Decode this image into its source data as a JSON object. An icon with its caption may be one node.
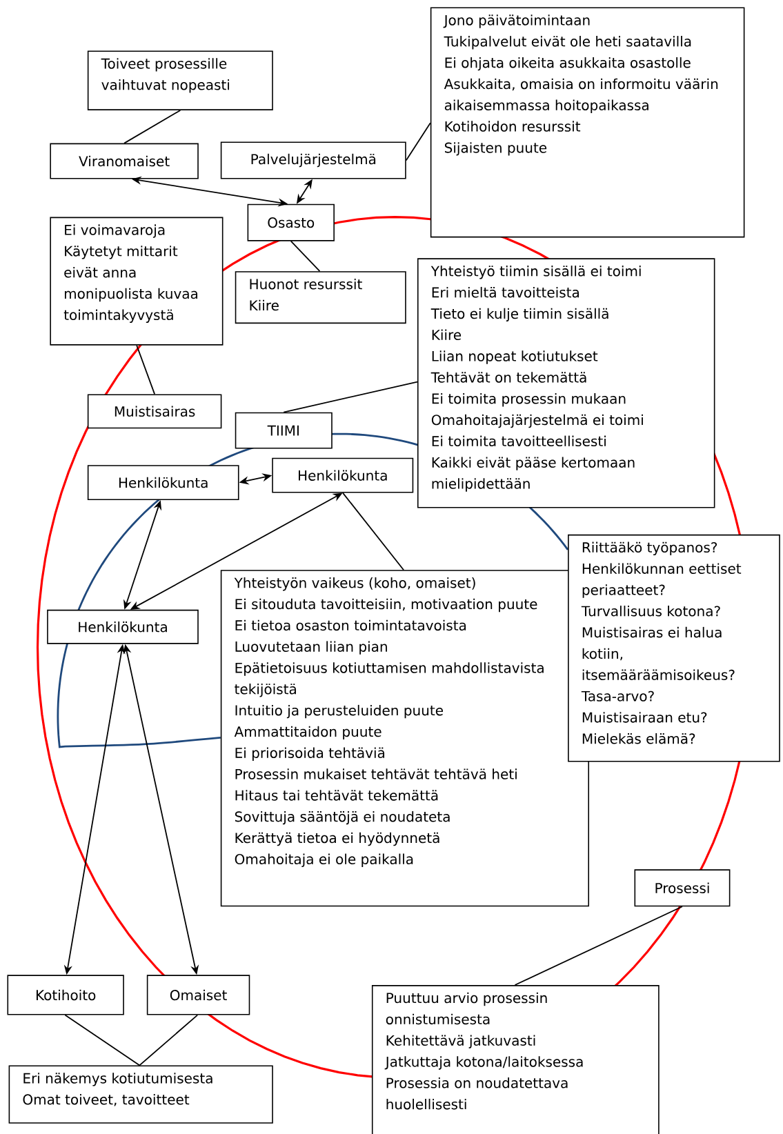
{
  "diagram": {
    "nodes": [
      {
        "text": [
          "Toiveet prosessille vaihtuvat nopeasti"
        ]
      },
      {
        "text": [
          "Viranomaiset"
        ]
      },
      {
        "text": [
          "Palvelujärjestelmä"
        ]
      },
      {
        "text": [
          "Jono päivätoimintaan",
          "Tukipalvelut eivät ole heti saatavilla",
          "Ei ohjata oikeita asukkaita osastolle",
          "Asukkaita, omaisia on informoitu väärin aikaisemmassa hoitopaikassa",
          "Kotihoidon resurssit",
          "Sijaisten puute"
        ]
      },
      {
        "text": [
          "Osasto"
        ]
      },
      {
        "text": [
          "Ei voimavaroja",
          "Käytetyt mittarit eivät anna monipuolista kuvaa toimintakyvystä"
        ]
      },
      {
        "text": [
          "Huonot resurssit",
          "Kiire"
        ]
      },
      {
        "text": [
          "Yhteistyö tiimin sisällä ei toimi",
          "Eri mieltä tavoitteista",
          "Tieto ei kulje tiimin sisällä",
          "Kiire",
          "Liian nopeat kotiutukset",
          "Tehtävät on tekemättä",
          "Ei toimita prosessin mukaan",
          "Omahoitajajärjestelmä ei toimi",
          "Ei toimita tavoitteellisesti",
          "Kaikki eivät pääse kertomaan mielipidettään"
        ]
      },
      {
        "text": [
          "Muistisairas"
        ]
      },
      {
        "text": [
          "TIIMI"
        ]
      },
      {
        "text": [
          "Henkilökunta"
        ]
      },
      {
        "text": [
          "Henkilökunta"
        ]
      },
      {
        "text": [
          "Riittääkö työpanos?",
          "Henkilökunnan eettiset periaatteet?",
          "Turvallisuus kotona?",
          "Muistisairas ei halua kotiin, itsemääräämisoikeus?",
          "Tasa-arvo?",
          "Muistisairaan etu?",
          "Mielekäs elämä?"
        ]
      },
      {
        "text": [
          "Yhteistyön vaikeus (koho, omaiset)",
          "Ei sitouduta tavoitteisiin, motivaation puute",
          "Ei tietoa osaston toimintatavoista",
          "Luovutetaan liian pian",
          "Epätietoisuus kotiuttamisen mahdollistavista tekijöistä",
          "Intuitio ja perusteluiden puute",
          "Ammattitaidon puute",
          "Ei priorisoida tehtäviä",
          "Prosessin mukaiset tehtävät tehtävä heti",
          "Hitaus tai tehtävät tekemättä",
          "Sovittuja sääntöjä ei noudateta",
          "Kerättyä tietoa ei hyödynnetä",
          "Omahoitaja ei ole paikalla"
        ]
      },
      {
        "text": [
          "Henkilökunta"
        ]
      },
      {
        "text": [
          "Prosessi"
        ]
      },
      {
        "text": [
          "Kotihoito"
        ]
      },
      {
        "text": [
          "Omaiset"
        ]
      },
      {
        "text": [
          "Puuttuu arvio prosessin onnistumisesta",
          "Kehitettävä jatkuvasti",
          "Jatkuttaja kotona/laitoksessa",
          "Prosessia on noudatettava huolellisesti"
        ]
      },
      {
        "text": [
          "Eri näkemys kotiutumisesta",
          "Omat toiveet, tavoitteet"
        ]
      }
    ],
    "edges": [
      {
        "from": 0,
        "to": 1,
        "arrow": "none"
      },
      {
        "from": 1,
        "to": 4,
        "arrow": "both"
      },
      {
        "from": 2,
        "to": 4,
        "arrow": "both"
      },
      {
        "from": 2,
        "to": 3,
        "arrow": "none"
      },
      {
        "from": 4,
        "to": 6,
        "arrow": "none"
      },
      {
        "from": 5,
        "to": 8,
        "arrow": "none"
      },
      {
        "from": 9,
        "to": 7,
        "arrow": "none"
      },
      {
        "from": 10,
        "to": 11,
        "arrow": "both"
      },
      {
        "from": 10,
        "to": 14,
        "arrow": "both"
      },
      {
        "from": 11,
        "to": 14,
        "arrow": "both"
      },
      {
        "from": 11,
        "to": 13,
        "arrow": "none"
      },
      {
        "from": 14,
        "to": 16,
        "arrow": "both"
      },
      {
        "from": 14,
        "to": 17,
        "arrow": "both"
      },
      {
        "from": 15,
        "to": 18,
        "arrow": "none"
      },
      {
        "from": 16,
        "to": 19,
        "arrow": "none"
      },
      {
        "from": 17,
        "to": 19,
        "arrow": "none"
      }
    ]
  }
}
